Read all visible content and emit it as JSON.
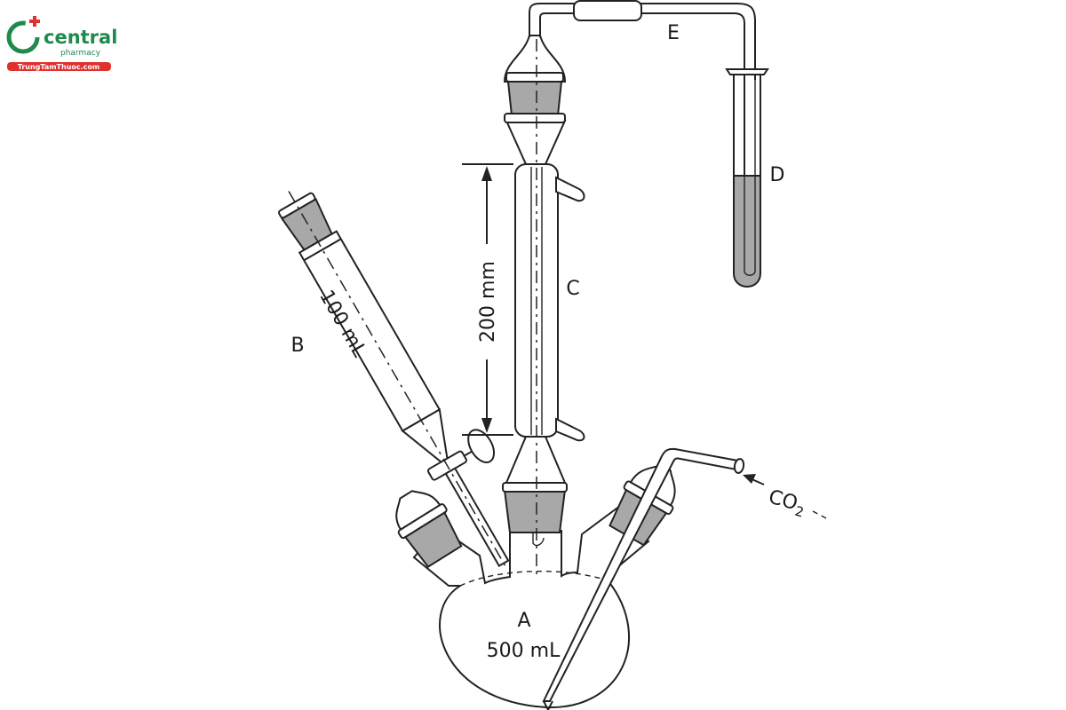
{
  "logo": {
    "name": "central",
    "tagline": "pharmacy",
    "url": "TrungTamThuoc.com",
    "colors": {
      "green": "#1f8a4c",
      "red": "#e0312f"
    }
  },
  "labels": {
    "flask_letter": "A",
    "flask_volume": "500 mL",
    "funnel_letter": "B",
    "funnel_volume": "100 mL",
    "condenser_letter": "C",
    "condenser_length": "200 mm",
    "test_tube_letter": "D",
    "connector_letter": "E",
    "gas_inlet": "CO",
    "gas_inlet_subscript": "2"
  },
  "colors": {
    "glass_outline": "#222222",
    "stopper_fill": "#a8a8a8",
    "liquid_fill": "#a8a8a8"
  }
}
